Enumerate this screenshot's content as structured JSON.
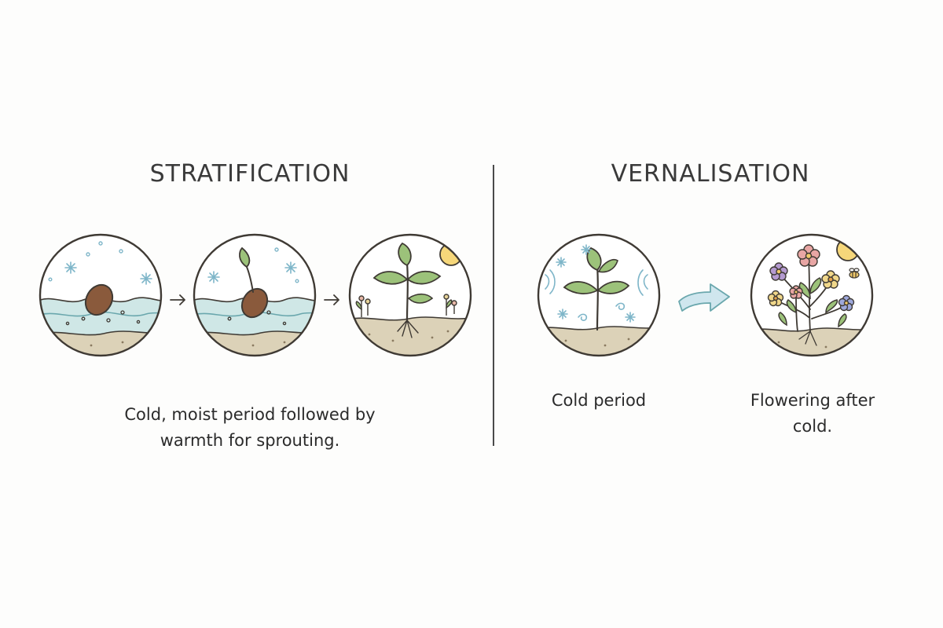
{
  "stratification": {
    "heading": "STRATIFICATION",
    "caption_line1": "Cold, moist period followed by",
    "caption_line2": "warmth for sprouting."
  },
  "vernalisation": {
    "heading": "VERNALISATION",
    "caption_cold": "Cold period",
    "caption_flower_line1": "Flowering after",
    "caption_flower_line2": "cold."
  },
  "colors": {
    "water": "#cfe7e6",
    "water_line": "#6aa7ad",
    "soil": "#dcd2b8",
    "seed": "#8a5a3c",
    "leaf": "#9cc27a",
    "sun": "#f6d77a",
    "snowflake": "#7fb6c9",
    "arrow_fill": "#cfe6ee"
  },
  "icons": [
    "snowflake-icon",
    "seed-icon",
    "sprout-icon",
    "plant-icon",
    "sun-icon",
    "flower-icon",
    "bee-icon",
    "arrow-icon"
  ]
}
